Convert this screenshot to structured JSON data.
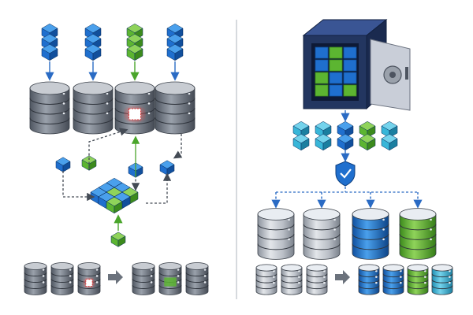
{
  "colors": {
    "blue": "#1f6fce",
    "blue_light": "#4aa0ec",
    "blue_dark": "#114f9c",
    "green": "#5cb531",
    "green_light": "#8fd35a",
    "green_dark": "#3c8a1c",
    "teal": "#38b6d8",
    "teal_light": "#74d3ec",
    "arrow_blue": "#2a6bc4",
    "arrow_green": "#4aa52b",
    "arrow_dark": "#444b55",
    "disk_gray": "#c8ccd2",
    "disk_dark": "#6e7580",
    "vault_body": "#233660",
    "vault_door": "#c9ced8",
    "shield": "#1f6fce",
    "divider": "#c9cdd3",
    "corrupt_red": "#e03a3a"
  },
  "left_panel": {
    "input_stacks": [
      "blue",
      "blue",
      "green",
      "blue"
    ],
    "servers": [
      "normal",
      "normal",
      "corrupted",
      "normal"
    ],
    "scattered_cubes": [
      "blue",
      "green",
      "blue",
      "blue"
    ],
    "bottom_before": [
      "normal",
      "normal",
      "corrupted"
    ],
    "bottom_after": [
      "normal",
      "repaired",
      "normal"
    ]
  },
  "right_panel": {
    "vault_grid": [
      "blue",
      "green",
      "blue",
      "blue",
      "green",
      "blue",
      "green",
      "blue",
      "blue",
      "green",
      "blue",
      "green"
    ],
    "cube_stacks": [
      "teal",
      "teal",
      "blue",
      "green",
      "teal"
    ],
    "servers": [
      "gray",
      "gray",
      "blue",
      "green"
    ],
    "bottom_before": [
      "gray",
      "gray",
      "gray"
    ],
    "bottom_after": [
      "blue",
      "blue",
      "green",
      "teal"
    ]
  }
}
